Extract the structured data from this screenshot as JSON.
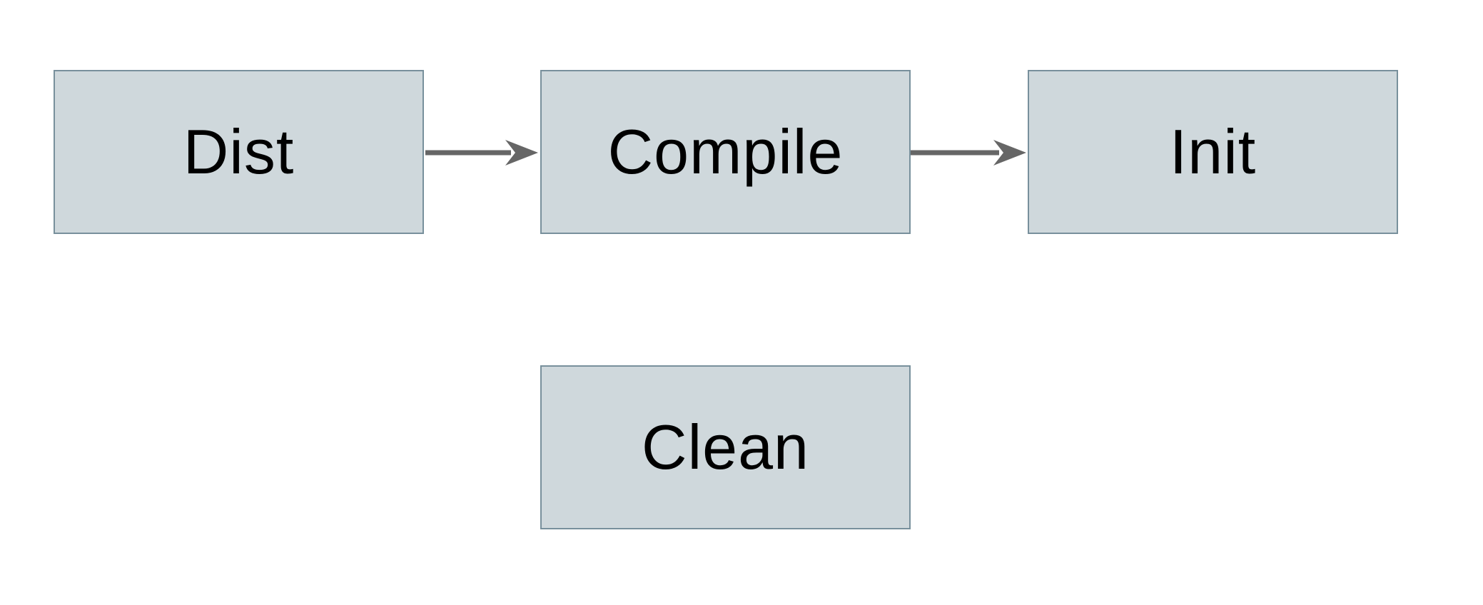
{
  "diagram": {
    "type": "flowchart",
    "nodes": [
      {
        "id": "dist",
        "label": "Dist"
      },
      {
        "id": "compile",
        "label": "Compile"
      },
      {
        "id": "init",
        "label": "Init"
      },
      {
        "id": "clean",
        "label": "Clean"
      }
    ],
    "edges": [
      {
        "from": "Dist",
        "to": "Compile",
        "style": "solid-arrow"
      },
      {
        "from": "Compile",
        "to": "Init",
        "style": "solid-arrow"
      }
    ],
    "colors": {
      "node_fill": "#cfd8dc",
      "node_border": "#78909c",
      "arrow": "#666666",
      "text": "#000000",
      "background": "#ffffff"
    }
  }
}
